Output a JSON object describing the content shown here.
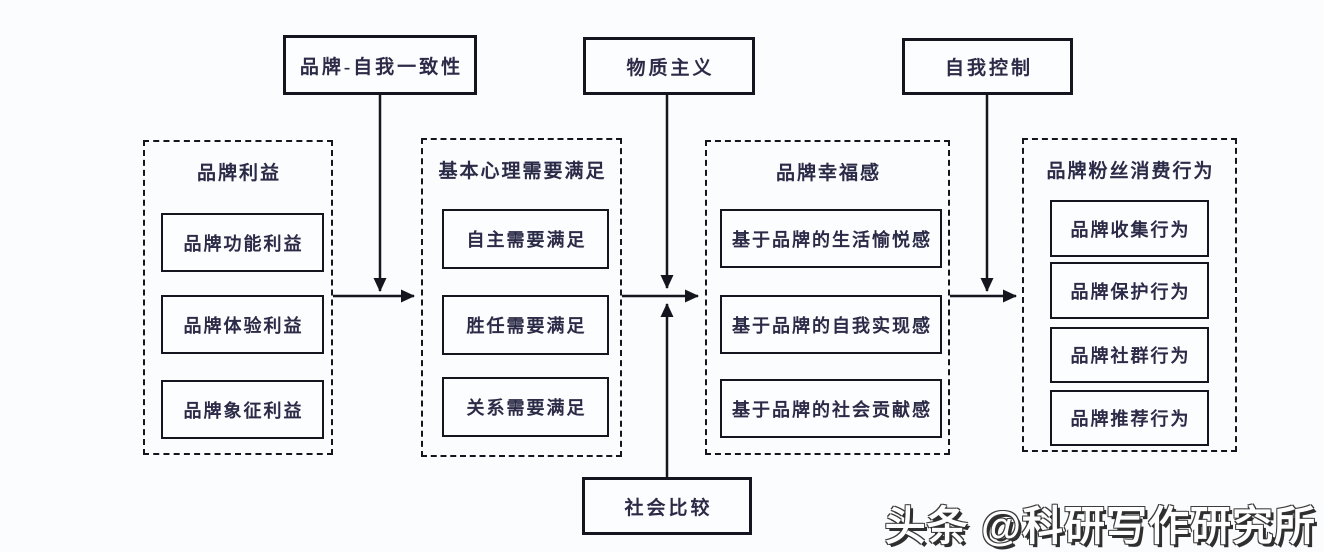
{
  "canvas": {
    "background": "#fbfcfe",
    "line_color": "#15151f",
    "text_color": "#2b2b47"
  },
  "moderators": {
    "top": [
      {
        "label": "品牌-自我一致性"
      },
      {
        "label": "物质主义"
      },
      {
        "label": "自我控制"
      }
    ],
    "bottom": [
      {
        "label": "社会比较"
      }
    ]
  },
  "groups": [
    {
      "title": "品牌利益",
      "items": [
        "品牌功能利益",
        "品牌体验利益",
        "品牌象征利益"
      ]
    },
    {
      "title": "基本心理需要满足",
      "items": [
        "自主需要满足",
        "胜任需要满足",
        "关系需要满足"
      ]
    },
    {
      "title": "品牌幸福感",
      "items": [
        "基于品牌的生活愉悦感",
        "基于品牌的自我实现感",
        "基于品牌的社会贡献感"
      ]
    },
    {
      "title": "品牌粉丝消费行为",
      "items": [
        "品牌收集行为",
        "品牌保护行为",
        "品牌社群行为",
        "品牌推荐行为"
      ]
    }
  ],
  "edges": [
    {
      "from": "品牌利益",
      "to": "基本心理需要满足",
      "type": "direct"
    },
    {
      "from": "基本心理需要满足",
      "to": "品牌幸福感",
      "type": "direct"
    },
    {
      "from": "品牌幸福感",
      "to": "品牌粉丝消费行为",
      "type": "direct"
    },
    {
      "from": "品牌-自我一致性",
      "moderates": "品牌利益 → 基本心理需要满足",
      "type": "moderation"
    },
    {
      "from": "物质主义",
      "moderates": "基本心理需要满足 → 品牌幸福感",
      "type": "moderation"
    },
    {
      "from": "社会比较",
      "moderates": "基本心理需要满足 → 品牌幸福感",
      "type": "moderation"
    },
    {
      "from": "自我控制",
      "moderates": "品牌幸福感 → 品牌粉丝消费行为",
      "type": "moderation"
    }
  ],
  "watermark": {
    "text": "头条 @科研写作研究所"
  }
}
